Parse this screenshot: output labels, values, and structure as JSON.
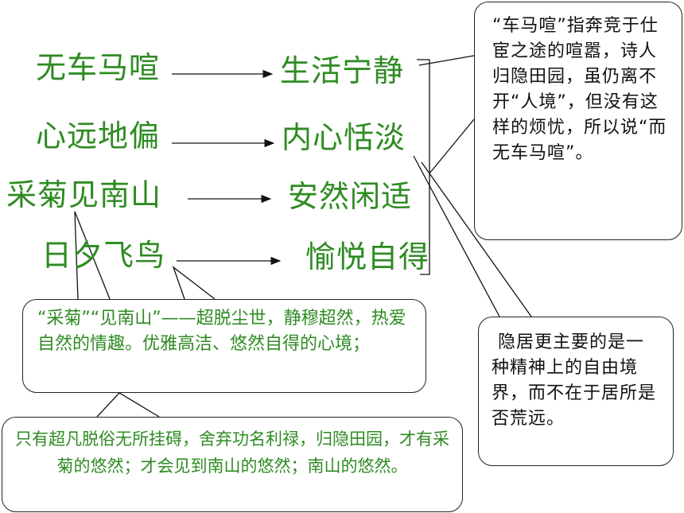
{
  "left_terms": [
    "无车马喧",
    "心远地偏",
    "采菊见南山",
    "日夕飞鸟"
  ],
  "right_terms": [
    "生活宁静",
    "内心恬淡",
    "安然闲适",
    "愉悦自得"
  ],
  "callouts": {
    "top_right": "“车马喧”指奔竞于仕宦之途的喧嚣，诗人归隐田园，虽仍离不开“人境”，但没有这样的烦忧，所以说“而无车马喧”。",
    "mid_right": "隐居更主要的是一种精神上的自由境界，而不在于居所是否荒远。",
    "mid_left": "“采菊”“见南山”——超脱尘世，静穆超然，热爱自然的情趣。优雅高洁、悠然自得的心境；",
    "bottom_left": "只有超凡脱俗无所挂碍，舍弃功名利禄，归隐田园，才有采菊的悠然；才会见到南山的悠然；南山的悠然。"
  },
  "colors": {
    "term_green": "#2e8b22",
    "text_black": "#111111",
    "bubble_text_green": "#2e8b22"
  }
}
